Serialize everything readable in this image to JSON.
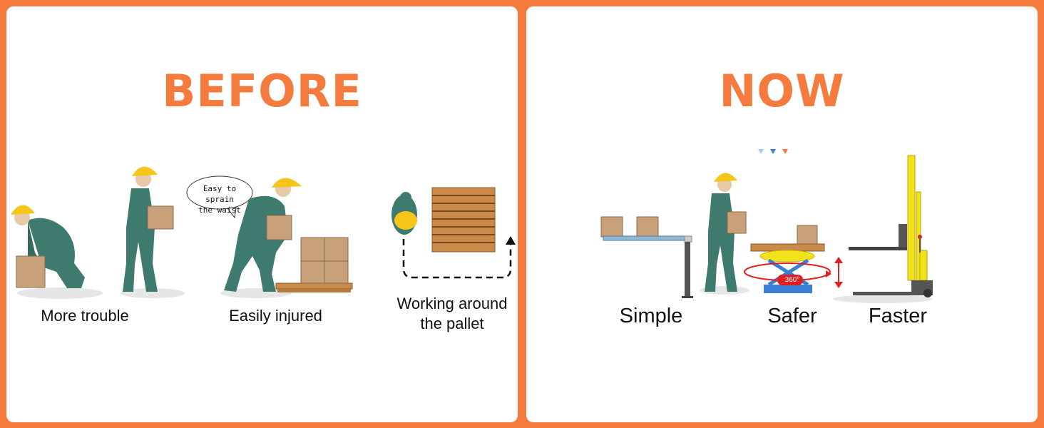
{
  "before": {
    "heading": "BEFORE",
    "captions": {
      "more_trouble": "More trouble",
      "easily_injured": "Easily injured",
      "working_line1": "Working around",
      "working_line2": "the pallet"
    },
    "speech_line1": "Easy to sprain",
    "speech_line2": "the waist"
  },
  "now": {
    "heading": "NOW",
    "captions": {
      "simple": "Simple",
      "safer": "Safer",
      "faster": "Faster"
    },
    "rotation_label": "360°"
  },
  "colors": {
    "accent_orange": "#f47a3e",
    "worker_green": "#3f7a6e",
    "helmet_yellow": "#f5c518",
    "box_tan": "#c8a17a",
    "pallet_wood": "#c98a4a",
    "lift_blue": "#3a7fd6",
    "arrow_red": "#e02020",
    "stacker_yellow": "#f2e21b"
  }
}
